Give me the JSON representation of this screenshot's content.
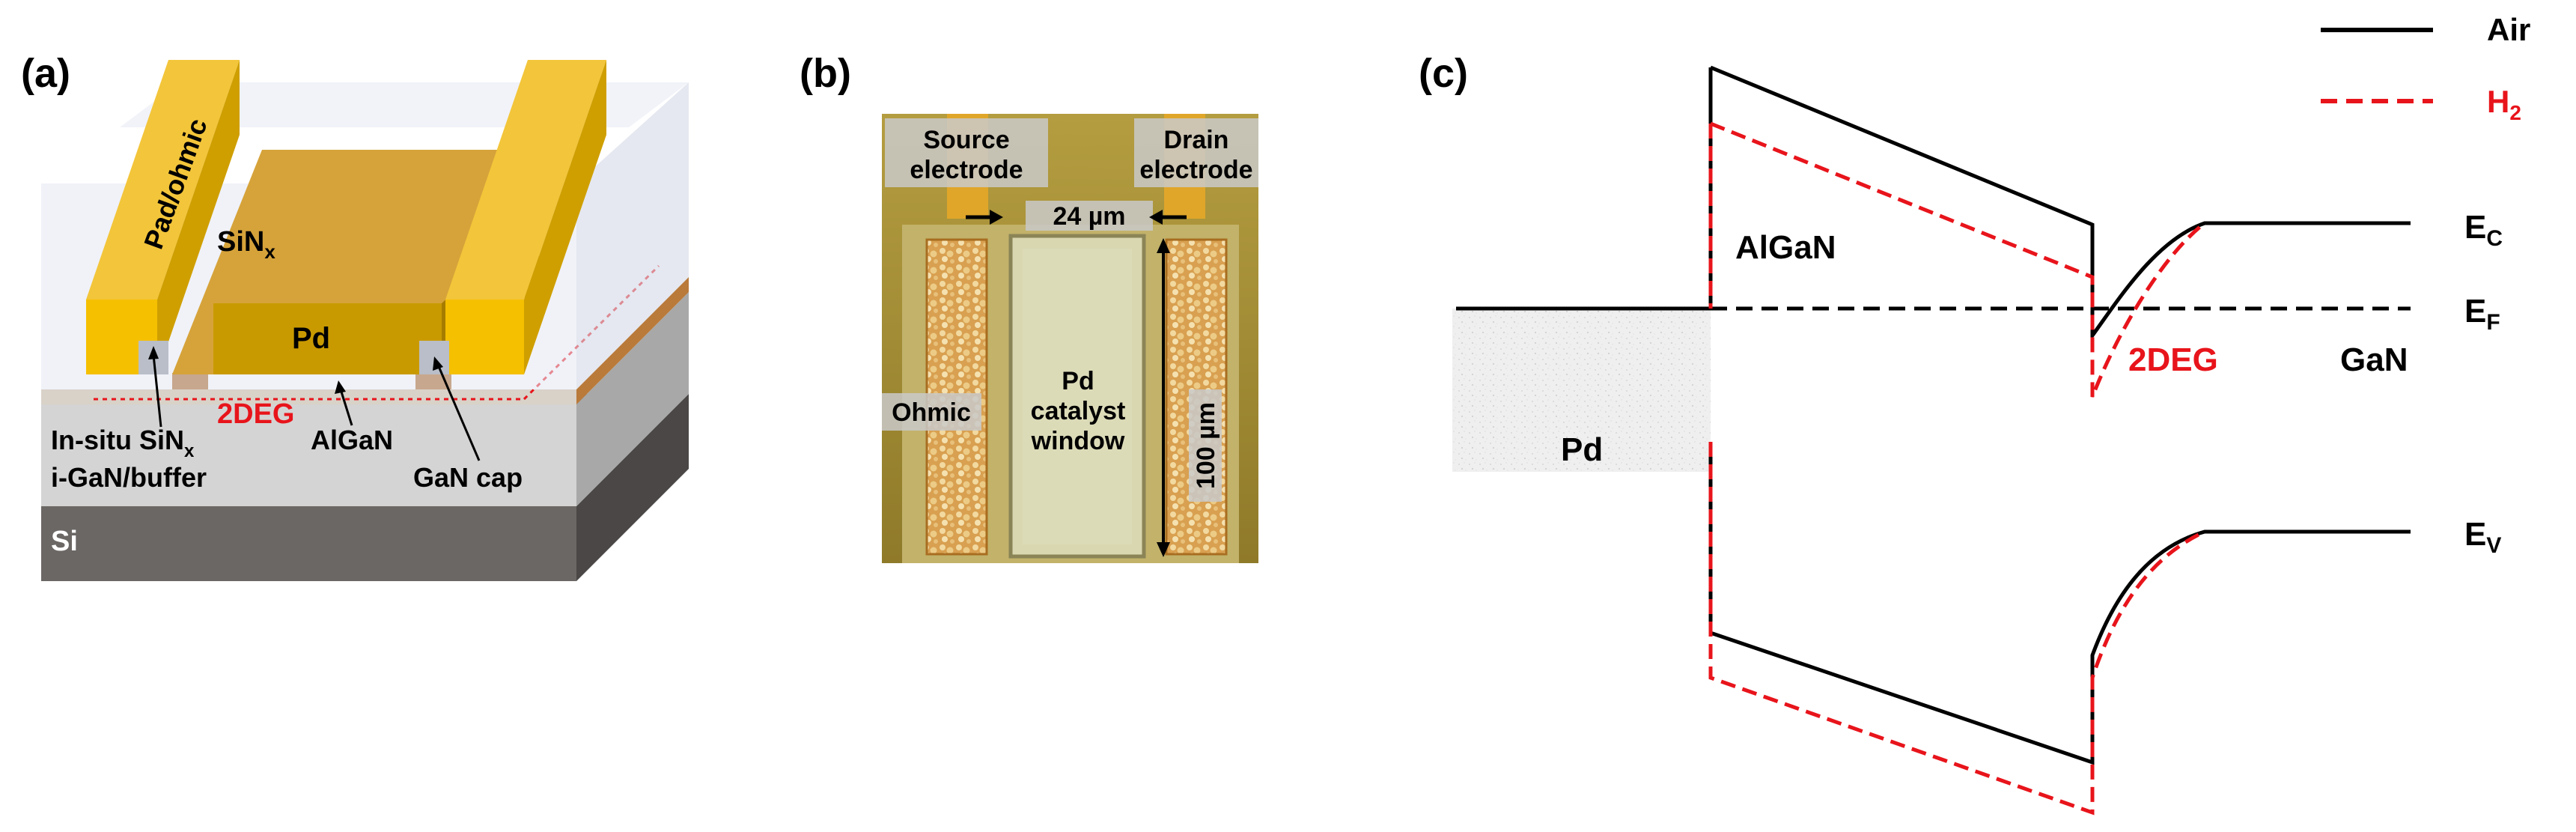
{
  "panel_a": {
    "label": "(a)",
    "pad_ohmic": "Pad/ohmic",
    "sinx_main": "SiN",
    "sinx_sub": "x",
    "pd": "Pd",
    "twodeg": "2DEG",
    "insitu_main": "In-situ SiN",
    "insitu_sub": "x",
    "algan": "AlGaN",
    "igan": "i-GaN/buffer",
    "gan_cap": "GaN cap",
    "si": "Si"
  },
  "panel_b": {
    "label": "(b)",
    "source1": "Source",
    "source2": "electrode",
    "drain1": "Drain",
    "drain2": "electrode",
    "gap": "24 µm",
    "pd1": "Pd",
    "pd2": "catalyst",
    "pd3": "window",
    "ohmic": "Ohmic",
    "length": "100 µm"
  },
  "panel_c": {
    "label": "(c)",
    "legend_air": "Air",
    "legend_h2_main": "H",
    "legend_h2_sub": "2",
    "algan": "AlGaN",
    "pd": "Pd",
    "twodeg": "2DEG",
    "gan": "GaN",
    "ec_main": "E",
    "ec_sub": "C",
    "ef_main": "E",
    "ef_sub": "F",
    "ev_main": "E",
    "ev_sub": "V"
  },
  "colors": {
    "air_line": "#000000",
    "h2_line": "#e8141b",
    "twodeg_text": "#e8141b",
    "gold": "#f5c000",
    "dark_gold": "#c99a00",
    "si": "#6b6765",
    "gan": "#d4d4d4"
  }
}
